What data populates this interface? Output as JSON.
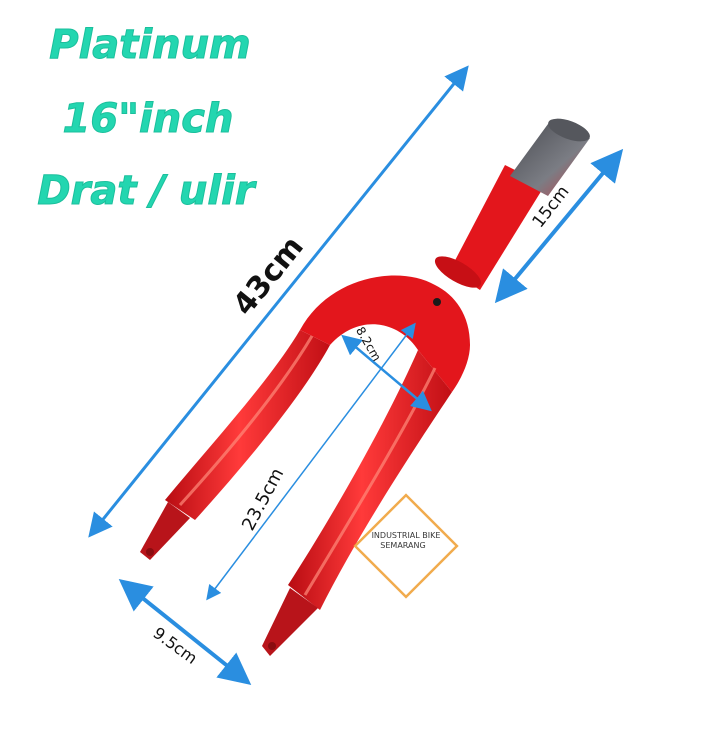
{
  "title_lines": [
    "Platinum",
    "16\"inch",
    "Drat / ulir"
  ],
  "dimensions": {
    "total_length": "43cm",
    "steerer_length": "15cm",
    "inner_width": "8.2cm",
    "leg_length": "23.5cm",
    "dropout_width": "9.5cm"
  },
  "watermark": "INDUSTRIAL BIKE SEMARANG",
  "colors": {
    "title_teal": "#23d6b0",
    "fork_red": "#e3161c",
    "arrow_blue": "#2a8ee0",
    "steerer_grey": "#6c6e74",
    "watermark_orange": "#f0a23a"
  }
}
